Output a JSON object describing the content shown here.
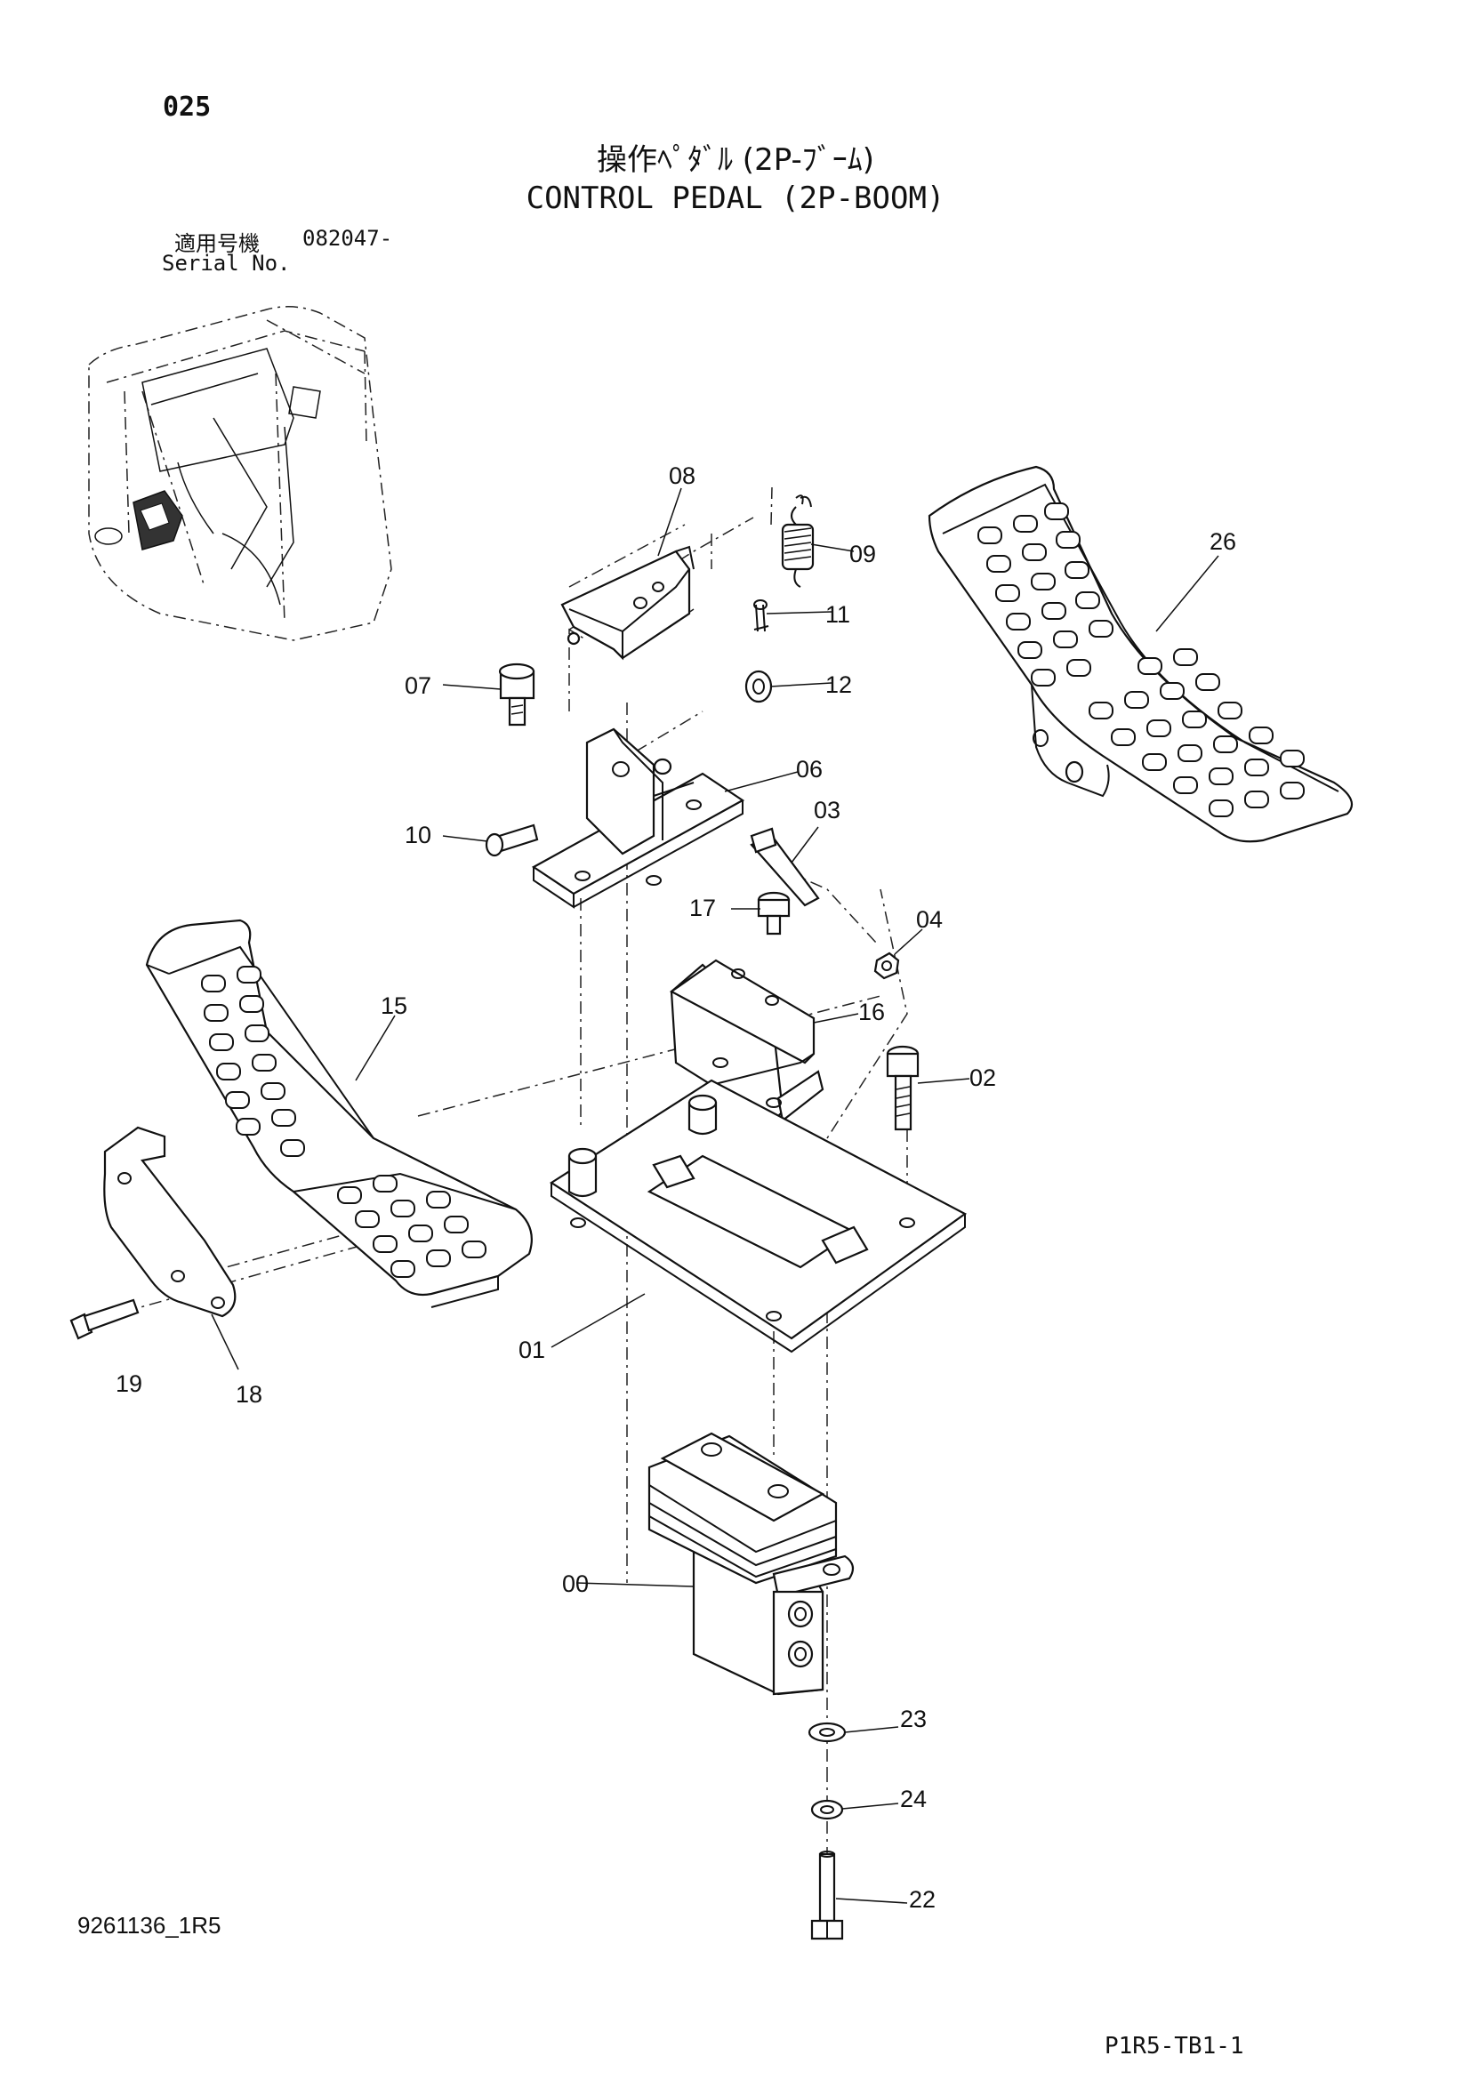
{
  "page": {
    "page_number": "025",
    "title_jp": "操作ﾍﾟﾀﾞﾙ (2P-ﾌﾞｰﾑ)",
    "title_en": "CONTROL PEDAL (2P-BOOM)",
    "serial_label_jp": "適用号機",
    "serial_value": "082047-",
    "serial_label_en": "Serial No.",
    "doc_code": "9261136_1R5",
    "sheet_code": "P1R5-TB1-1"
  },
  "parts": [
    {
      "number": "00",
      "name": "pilot-valve"
    },
    {
      "number": "01",
      "name": "base-plate"
    },
    {
      "number": "02",
      "name": "bolt"
    },
    {
      "number": "03",
      "name": "bolt"
    },
    {
      "number": "04",
      "name": "nut"
    },
    {
      "number": "06",
      "name": "bracket"
    },
    {
      "number": "07",
      "name": "bolt"
    },
    {
      "number": "08",
      "name": "lever"
    },
    {
      "number": "09",
      "name": "spring"
    },
    {
      "number": "10",
      "name": "pin"
    },
    {
      "number": "11",
      "name": "cotter-pin"
    },
    {
      "number": "12",
      "name": "washer"
    },
    {
      "number": "15",
      "name": "pedal"
    },
    {
      "number": "16",
      "name": "bracket"
    },
    {
      "number": "17",
      "name": "bolt"
    },
    {
      "number": "18",
      "name": "bracket"
    },
    {
      "number": "19",
      "name": "bolt"
    },
    {
      "number": "22",
      "name": "bolt"
    },
    {
      "number": "23",
      "name": "washer"
    },
    {
      "number": "24",
      "name": "washer"
    },
    {
      "number": "26",
      "name": "pedal"
    }
  ]
}
